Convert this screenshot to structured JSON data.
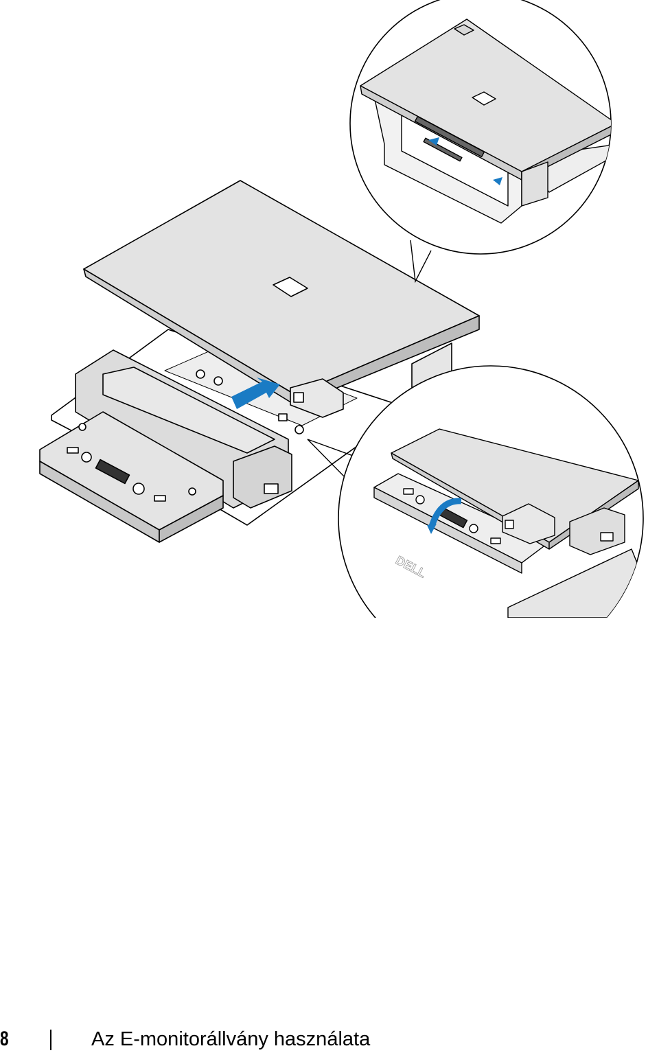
{
  "footer": {
    "page_number": "8",
    "section_title": "Az E-monitorállvány használata"
  },
  "illustration": {
    "logo_text": "DELL",
    "colors": {
      "arrow": "#1a7bc4",
      "surface": "#e3e3e3",
      "surface_dark": "#cfcfcf",
      "outline": "#000000"
    }
  }
}
